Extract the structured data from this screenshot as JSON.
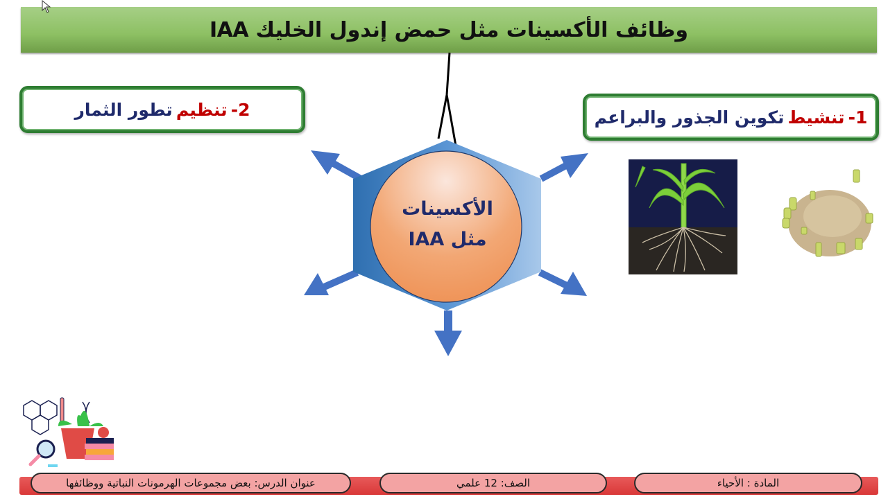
{
  "title": "وظائف الأكسينات مثل حمض إندول الخليك IAA",
  "center": {
    "line1": "الأكسينات",
    "line2": "مثل IAA"
  },
  "functions": [
    {
      "num": "1-",
      "verb": "تنشيط",
      "rest": "تكوين الجذور والبراعم"
    },
    {
      "num": "2-",
      "verb": "تنظيم",
      "rest": "تطور الثمار"
    }
  ],
  "images": [
    {
      "name": "plant-roots-photo",
      "alt": "نبات مع جذور"
    },
    {
      "name": "sprouting-potato-photo",
      "alt": "درنة بطاطس متبرعمة"
    }
  ],
  "footer": {
    "lesson": "عنوان الدرس:  بعض مجموعات الهرمونات النباتية ووظائفها",
    "grade": "الصف: 12 علمي",
    "subject": "المادة : الأحياء"
  },
  "colors": {
    "title_bar": "#8dc063",
    "box_border": "#2e7d32",
    "accent_red": "#c00000",
    "text_navy": "#1f2a6b",
    "hexagon": "#4a86c8",
    "circle": "#f0a070",
    "arrow": "#4472c4",
    "footer_bar": "#e04848",
    "footer_pill": "#f3a3a3"
  }
}
